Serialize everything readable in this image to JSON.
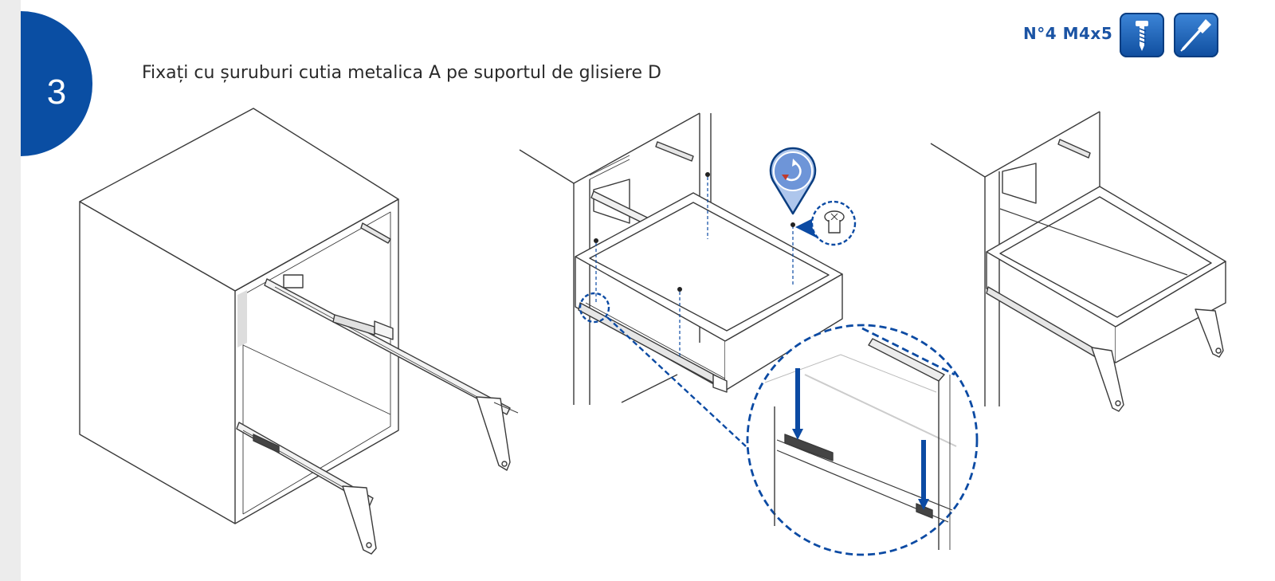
{
  "step": {
    "number": "3"
  },
  "instruction": "Fixați cu șuruburi cutia metalica A pe suportul de glisiere D",
  "hardware": {
    "code": "N°4  M4x5"
  },
  "icons": {
    "screw": "screw-icon",
    "screwdriver": "screwdriver-icon",
    "rotate": "rotate-arrow-icon"
  },
  "colors": {
    "accent": "#0a4ea3",
    "line": "#3a3a3a",
    "dashed": "#0b4aa3"
  }
}
